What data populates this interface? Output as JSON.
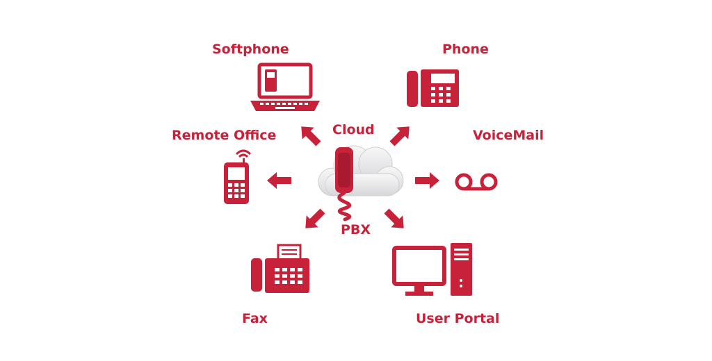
{
  "colors": {
    "accent": "#c8223a",
    "cloud": "#e4e4e6"
  },
  "center": {
    "top_label": "Cloud",
    "bottom_label": "PBX",
    "icon": "cloud-pbx-handset-icon"
  },
  "nodes": {
    "softphone": {
      "label": "Softphone",
      "icon": "laptop-icon"
    },
    "phone": {
      "label": "Phone",
      "icon": "desk-phone-icon"
    },
    "remote_office": {
      "label": "Remote Office",
      "icon": "mobile-phone-icon"
    },
    "voicemail": {
      "label": "VoiceMail",
      "icon": "voicemail-icon"
    },
    "fax": {
      "label": "Fax",
      "icon": "fax-machine-icon"
    },
    "user_portal": {
      "label": "User Portal",
      "icon": "desktop-computer-icon"
    }
  }
}
